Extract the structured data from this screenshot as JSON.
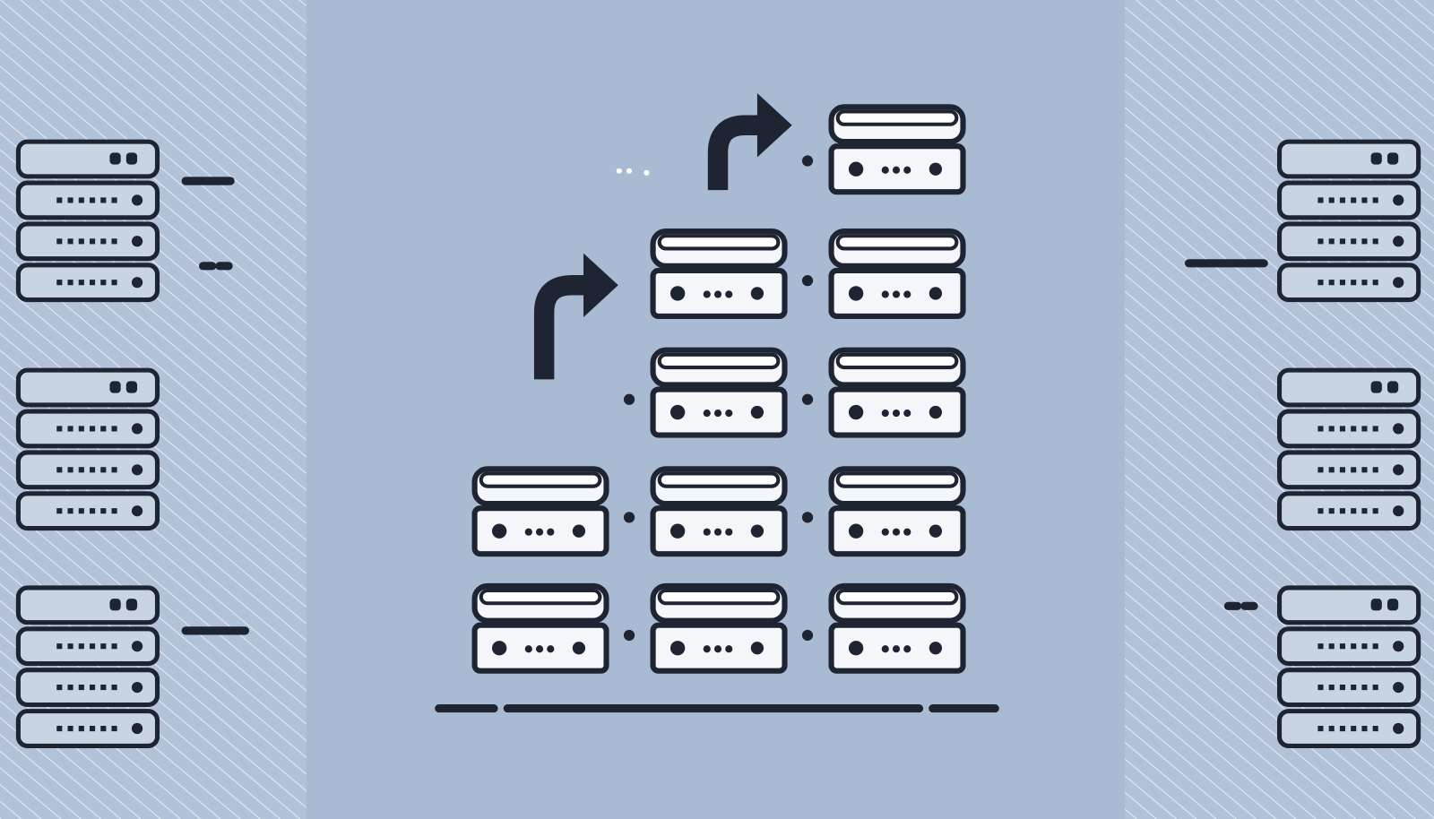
{
  "colors": {
    "background": "#a9bbd3",
    "side_panel": "#b2c2d8",
    "hatch": "#e6edf6",
    "ink": "#1f2433",
    "server_fill": "#f4f6fa",
    "rack_fill": "#c9d4e3"
  },
  "icons": {
    "server": "server-icon",
    "rack": "server-rack-icon",
    "arrow": "curved-arrow-up-right-icon"
  },
  "center_grid": {
    "columns": 3,
    "servers_per_column": [
      2,
      4,
      5
    ]
  },
  "side_racks": {
    "groups_per_side": 3,
    "units_per_rack": 4
  }
}
